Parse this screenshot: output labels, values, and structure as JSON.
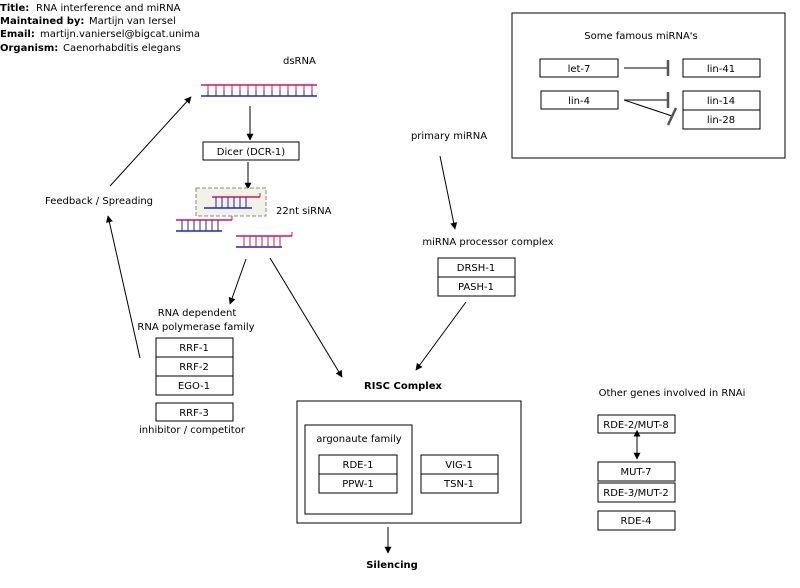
{
  "header": {
    "title_label": "Title:",
    "title_value": "RNA interference and miRNA",
    "maintainer_label": "Maintained by:",
    "maintainer_value": "Martijn van Iersel",
    "email_label": "Email:",
    "email_value": "martijn.vaniersel@bigcat.unima",
    "organism_label": "Organism:",
    "organism_value": "Caenorhabditis elegans"
  },
  "labels": {
    "dsrna": "dsRNA",
    "sirna": "22nt siRNA",
    "feedback": "Feedback / Spreading",
    "rdrp_line1": "RNA dependent",
    "rdrp_line2": "RNA polymerase family",
    "inhibitor": "inhibitor / competitor",
    "primary_mirna": "primary miRNA",
    "mirna_processor": "miRNA processor complex",
    "risc": "RISC Complex",
    "argonaute": "argonaute family",
    "silencing": "Silencing",
    "other_genes": "Other genes involved in RNAi",
    "famous_mirna": "Some famous miRNA's"
  },
  "genes": {
    "dicer": "Dicer (DCR-1)",
    "rrf1": "RRF-1",
    "rrf2": "RRF-2",
    "ego1": "EGO-1",
    "rrf3": "RRF-3",
    "drsh1": "DRSH-1",
    "pash1": "PASH-1",
    "rde1": "RDE-1",
    "ppw1": "PPW-1",
    "vig1": "VIG-1",
    "tsn1": "TSN-1",
    "rde2": "RDE-2/MUT-8",
    "mut7": "MUT-7",
    "rde3": "RDE-3/MUT-2",
    "rde4": "RDE-4",
    "let7": "let-7",
    "lin41": "lin-41",
    "lin4": "lin-4",
    "lin14": "lin-14",
    "lin28": "lin-28"
  },
  "colors": {
    "sense_strand": "#d4145a",
    "antisense_strand": "#1a2bb8",
    "inhibition": "#555555"
  }
}
